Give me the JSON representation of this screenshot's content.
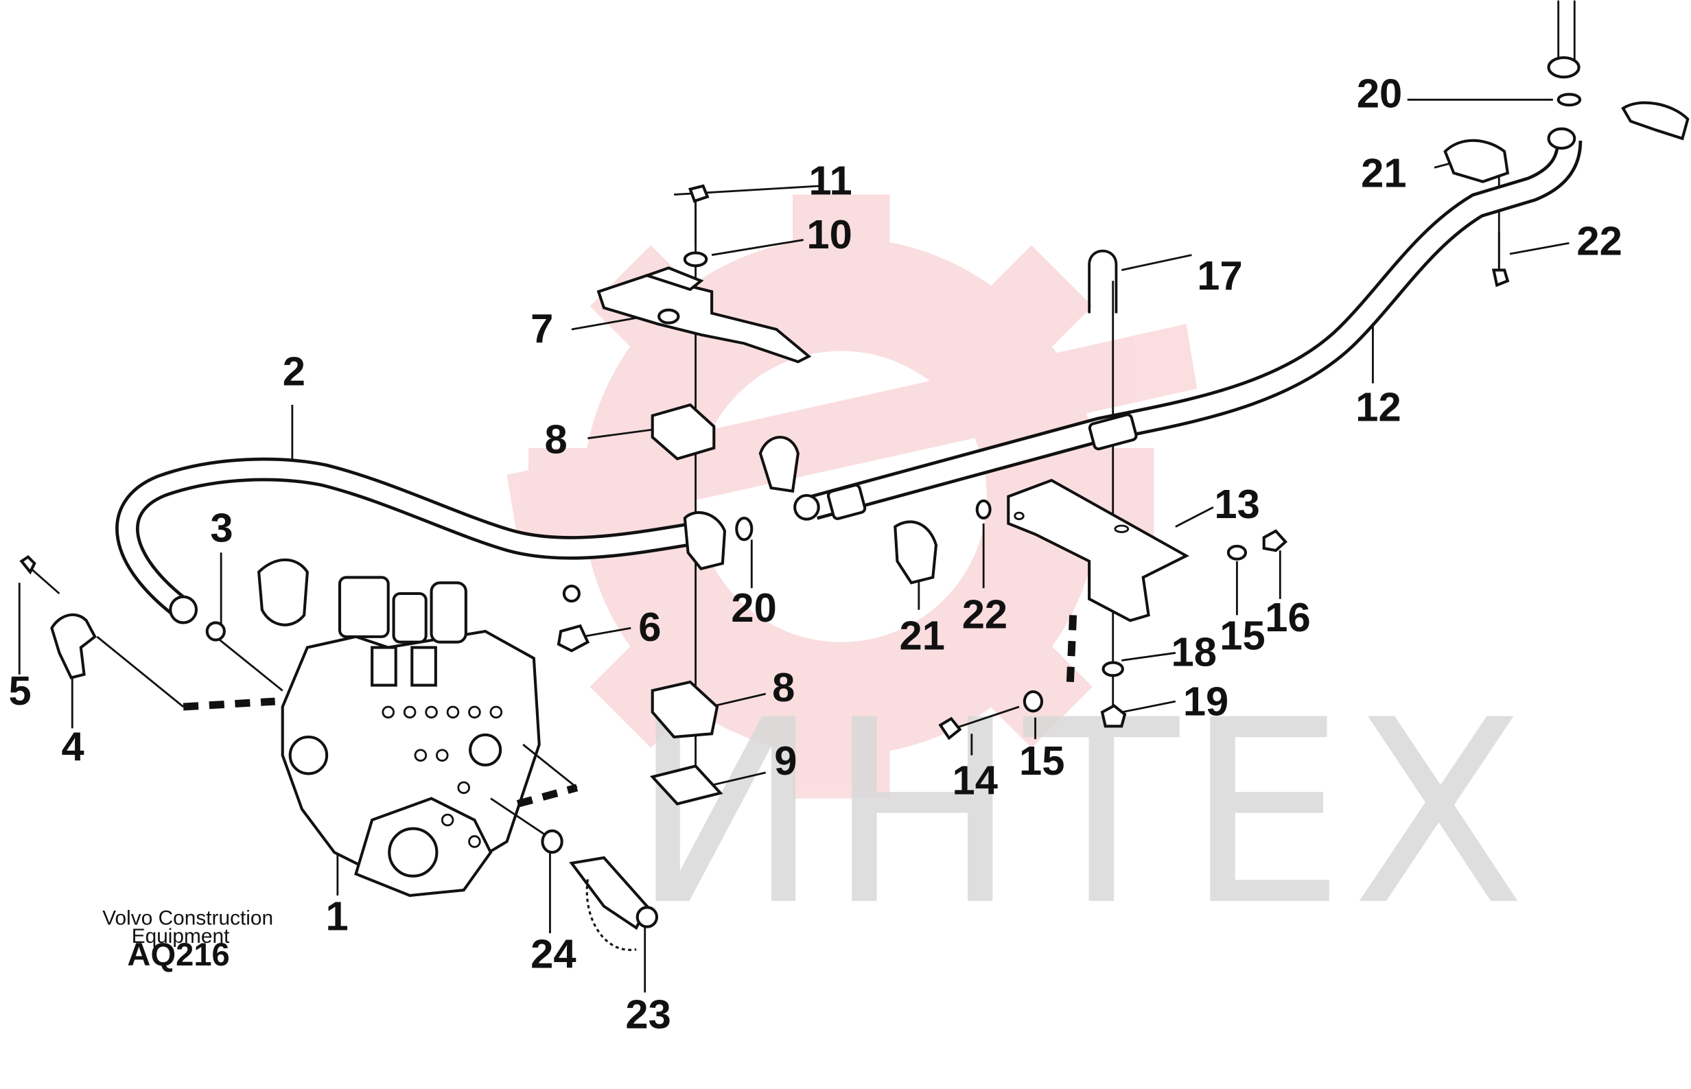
{
  "diagram": {
    "watermark": {
      "text": "ИНТЕХ",
      "gear_color": "#f6c2c6",
      "text_color": "#d9d9d9"
    },
    "caption": {
      "maker_line1": "Volvo Construction",
      "maker_line2": "Equipment",
      "code": "AQ216"
    },
    "part_numbers": {
      "p1": "1",
      "p2": "2",
      "p3": "3",
      "p4": "4",
      "p5": "5",
      "p6": "6",
      "p7": "7",
      "p8a": "8",
      "p8b": "8",
      "p9": "9",
      "p10": "10",
      "p11": "11",
      "p12": "12",
      "p13": "13",
      "p14": "14",
      "p15a": "15",
      "p15b": "15",
      "p16": "16",
      "p17": "17",
      "p18": "18",
      "p19": "19",
      "p20a": "20",
      "p20b": "20",
      "p21a": "21",
      "p21b": "21",
      "p22a": "22",
      "p22b": "22",
      "p23": "23",
      "p24": "24"
    }
  }
}
